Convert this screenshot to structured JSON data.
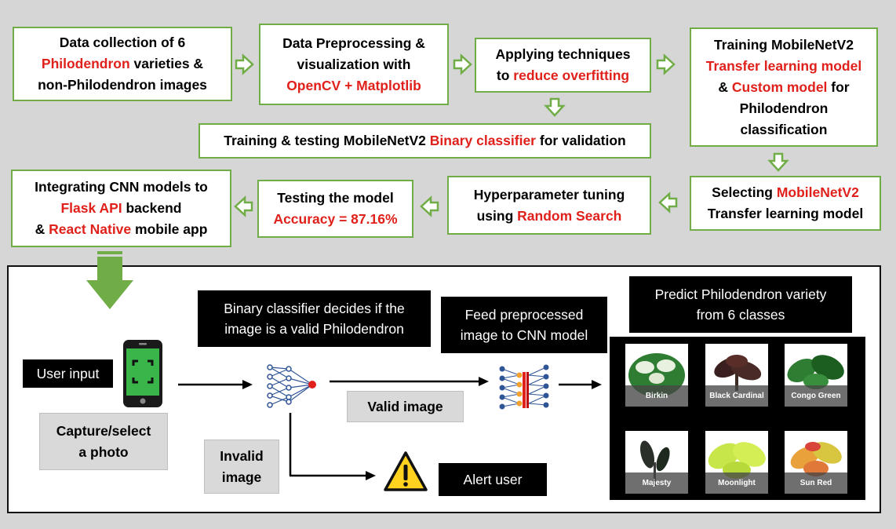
{
  "flow": {
    "box1": {
      "t1": "Data collection of 6",
      "r1": "Philodendron",
      "t2": " varieties &",
      "t3": "non-Philodendron images"
    },
    "box2": {
      "t1": "Data Preprocessing &",
      "t2": "visualization with",
      "r1": "OpenCV + Matplotlib"
    },
    "box3": {
      "t1": "Applying techniques",
      "t2": "to ",
      "r1": "reduce overfitting"
    },
    "box4": {
      "t1": "Training MobileNetV2",
      "r1": "Transfer learning model",
      "t2": "& ",
      "r2": "Custom model",
      "t3": " for",
      "t4": "Philodendron",
      "t5": "classification"
    },
    "box5": {
      "t1": "Training & testing MobileNetV2 ",
      "r1": "Binary classifier",
      "t2": " for validation"
    },
    "box6": {
      "t1": "Selecting ",
      "r1": "MobileNetV2",
      "t2": "Transfer learning model"
    },
    "box7": {
      "t1": "Hyperparameter tuning",
      "t2": "using ",
      "r1": "Random Search"
    },
    "box8": {
      "t1": "Testing the model",
      "r1": "Accuracy = 87.16%"
    },
    "box9": {
      "t1": "Integrating CNN models to",
      "r1": "Flask API",
      "t2": " backend",
      "t3": "& ",
      "r2": "React Native",
      "t4": " mobile app"
    }
  },
  "app": {
    "user_input": "User input",
    "capture": [
      "Capture/select",
      "a photo"
    ],
    "binary_note": [
      "Binary classifier decides if the",
      "image is a valid Philodendron"
    ],
    "valid": "Valid image",
    "invalid": [
      "Invalid",
      "image"
    ],
    "feed": [
      "Feed preprocessed",
      "image to CNN model"
    ],
    "alert": "Alert user",
    "predict": [
      "Predict Philodendron variety",
      "from 6 classes"
    ],
    "classes": [
      "Birkin",
      "Black Cardinal",
      "Congo Green",
      "Majesty",
      "Moonlight",
      "Sun Red"
    ]
  },
  "colors": {
    "accent_red": "#e0201b",
    "green_border": "#70ad47",
    "green_arrow": "#70ad47"
  }
}
